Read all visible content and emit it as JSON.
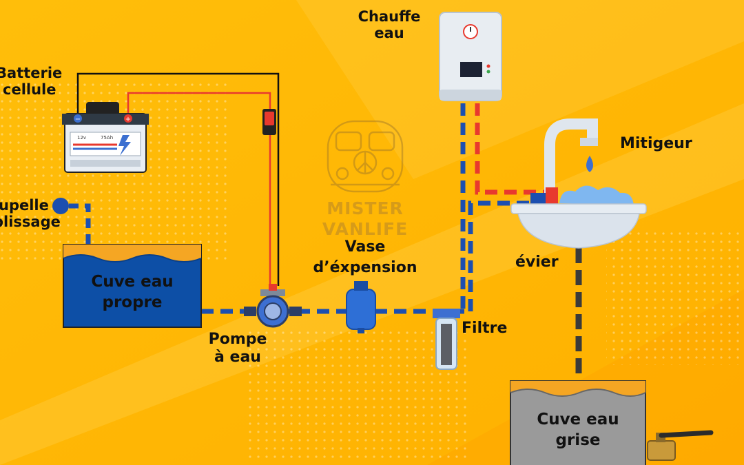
{
  "labels": {
    "heater": [
      "Chauffe",
      "eau"
    ],
    "battery": [
      "Batterie",
      "cellule"
    ],
    "cap": [
      "upelle",
      "plissage"
    ],
    "clean_tank": [
      "Cuve eau",
      "propre"
    ],
    "pump": [
      "Pompe",
      "à  eau"
    ],
    "expansion": [
      "Vase",
      "d’éxpension"
    ],
    "filter": "Filtre",
    "mixer": "Mitigeur",
    "sink": "évier",
    "grey_tank": [
      "Cuve eau",
      "grise"
    ]
  },
  "watermark": [
    "MISTER",
    "VANLIFE"
  ],
  "battery_marks": {
    "left": "12v",
    "right": "75Ah"
  },
  "colors": {
    "background": "#FFB800",
    "clean_water": "#0D4FA6",
    "hot_pipe": "#E8392E",
    "cold_pipe": "#1C4FB0",
    "grey_pipe": "#3A3A3A",
    "grey_tank": "#9A9A9A",
    "water_surface": "#F5A623"
  },
  "icons": [
    "battery-icon",
    "switch-icon",
    "water-heater-icon",
    "pump-icon",
    "expansion-vessel-icon",
    "filter-icon",
    "faucet-icon",
    "sink-icon",
    "valve-icon",
    "van-watermark-icon"
  ]
}
